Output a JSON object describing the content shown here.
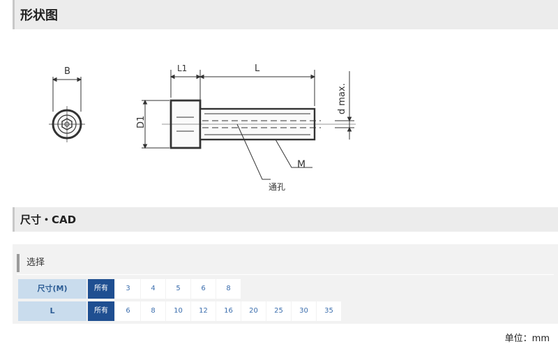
{
  "sections": {
    "shape_title": "形状图",
    "size_title": "尺寸・CAD"
  },
  "drawing": {
    "labels": {
      "B": "B",
      "L1": "L1",
      "L": "L",
      "D1": "D1",
      "d_max": "d max.",
      "M": "M",
      "hole": "通孔"
    }
  },
  "filter": {
    "title": "选择",
    "rows": [
      {
        "label": "尺寸(M)",
        "all": "所有",
        "values": [
          "3",
          "4",
          "5",
          "6",
          "8"
        ]
      },
      {
        "label": "L",
        "all": "所有",
        "values": [
          "6",
          "8",
          "10",
          "12",
          "16",
          "20",
          "25",
          "30",
          "35"
        ]
      }
    ]
  },
  "unit": "单位：mm"
}
